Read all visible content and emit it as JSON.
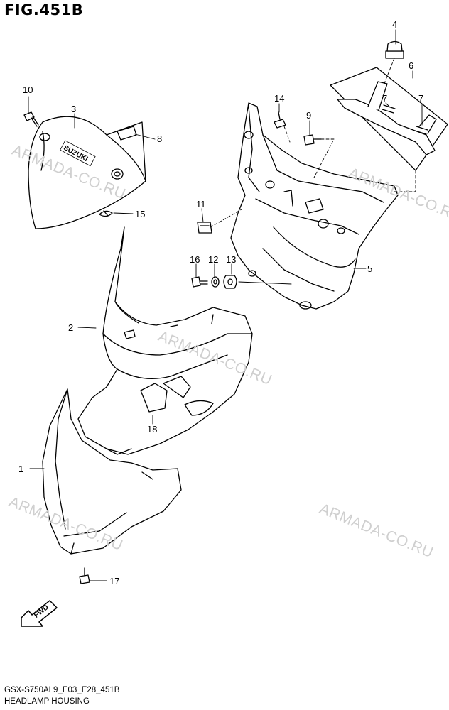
{
  "title": "FIG.451B",
  "watermark": "ARMADA-CO.RU",
  "fwd_label": "FWD",
  "callouts": {
    "p1": "1",
    "p2": "2",
    "p3": "3",
    "p4": "4",
    "p5": "5",
    "p6": "6",
    "p7a": "7",
    "p7b": "7",
    "p8": "8",
    "p9": "9",
    "p10": "10",
    "p11": "11",
    "p12": "12",
    "p13": "13",
    "p14": "14",
    "p15": "15",
    "p16": "16",
    "p17": "17",
    "p18": "18"
  },
  "brand_mark": "SUZUKI",
  "footer": {
    "code": "GSX-S750AL9_E03_E28_451B",
    "caption": "HEADLAMP HOUSING"
  }
}
